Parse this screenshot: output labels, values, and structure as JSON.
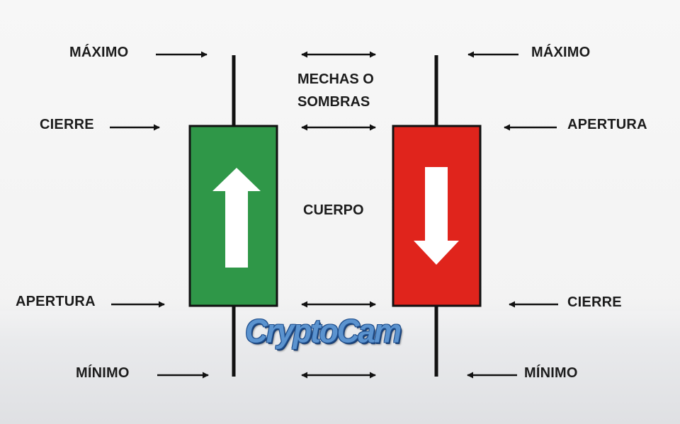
{
  "left_labels": {
    "maximo": "MÁXIMO",
    "cierre": "CIERRE",
    "apertura": "APERTURA",
    "minimo": "MÍNIMO"
  },
  "right_labels": {
    "maximo": "MÁXIMO",
    "apertura": "APERTURA",
    "cierre": "CIERRE",
    "minimo": "MÍNIMO"
  },
  "center_labels": {
    "mechas_line1": "MECHAS O",
    "mechas_line2": "SOMBRAS",
    "cuerpo": "CUERPO"
  },
  "logo": {
    "text": "CryptoCam"
  },
  "colors": {
    "bullish_body": "#2f9748",
    "bearish_body": "#e0241c",
    "wick": "#111111",
    "arrow": "#111111",
    "inner_arrow": "#ffffff"
  },
  "candles": [
    {
      "name": "bullish",
      "direction": "up",
      "color_key": "bullish_body"
    },
    {
      "name": "bearish",
      "direction": "down",
      "color_key": "bearish_body"
    }
  ]
}
